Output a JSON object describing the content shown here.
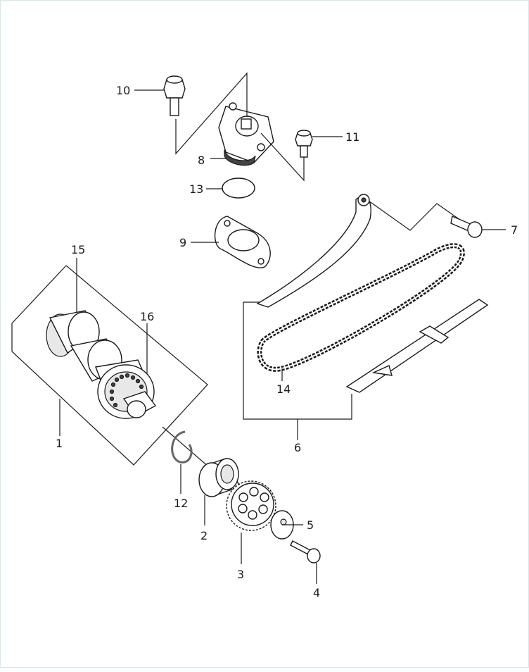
{
  "diagram": {
    "callouts": {
      "1": "1",
      "2": "2",
      "3": "3",
      "4": "4",
      "5": "5",
      "6": "6",
      "7": "7",
      "8": "8",
      "9": "9",
      "10": "10",
      "11": "11",
      "12": "12",
      "13": "13",
      "14": "14",
      "15": "15",
      "16": "16"
    }
  },
  "colors": {
    "line": "#1a1a1a",
    "frame": "#d8e8ea",
    "background": "#ffffff"
  },
  "parts": [
    {
      "id": "1",
      "kind": "camshaft-assembly-icon"
    },
    {
      "id": "2",
      "kind": "bushing-icon"
    },
    {
      "id": "3",
      "kind": "sprocket-gear-icon"
    },
    {
      "id": "4",
      "kind": "bolt-icon"
    },
    {
      "id": "5",
      "kind": "washer-icon"
    },
    {
      "id": "6",
      "kind": "chain-guide-set-icon"
    },
    {
      "id": "7",
      "kind": "pivot-bolt-icon"
    },
    {
      "id": "8",
      "kind": "tensioner-icon"
    },
    {
      "id": "9",
      "kind": "gasket-icon"
    },
    {
      "id": "10",
      "kind": "bolt-icon"
    },
    {
      "id": "11",
      "kind": "bolt-icon"
    },
    {
      "id": "12",
      "kind": "circlip-icon"
    },
    {
      "id": "13",
      "kind": "o-ring-icon"
    },
    {
      "id": "14",
      "kind": "timing-chain-icon"
    },
    {
      "id": "15",
      "kind": "bearing-icon"
    },
    {
      "id": "16",
      "kind": "bearing-icon"
    }
  ]
}
